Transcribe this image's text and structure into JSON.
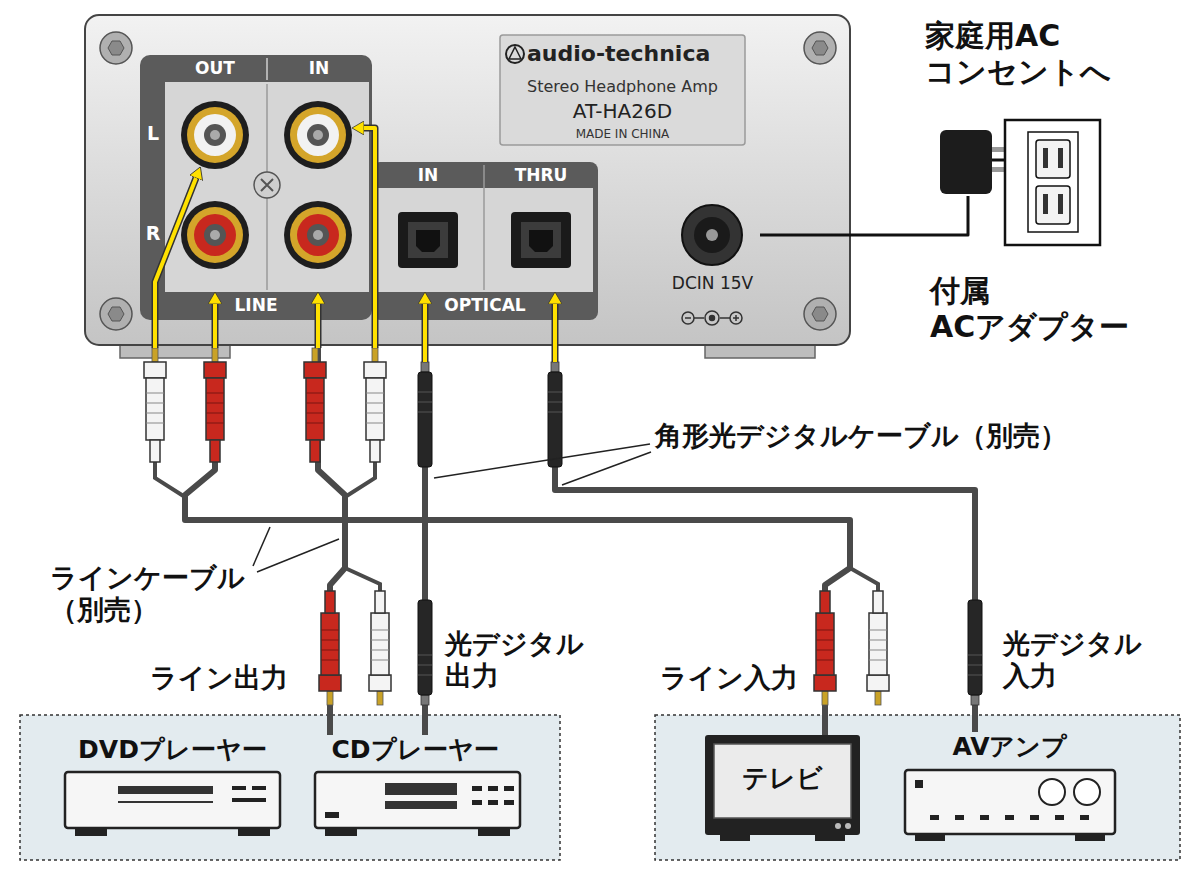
{
  "diagram": {
    "nodes": [
      {
        "text": [
          "audio-technica",
          "Stereo Headphone Amp",
          "AT-HA26D",
          "MADE IN CHINA"
        ]
      },
      {
        "text": [
          "LINE"
        ],
        "in": 0
      },
      {
        "text": [
          "OUT"
        ],
        "in": 1
      },
      {
        "text": [
          "IN"
        ],
        "in": 1
      },
      {
        "text": [
          "OPTICAL"
        ],
        "in": 0
      },
      {
        "text": [
          "IN"
        ],
        "in": 4
      },
      {
        "text": [
          "THRU"
        ],
        "in": 4
      },
      {
        "text": [
          "DCIN 15V"
        ],
        "in": 0
      },
      {
        "text": [
          "付属 ACアダプター"
        ]
      },
      {
        "text": [
          "家庭用AC コンセントへ"
        ]
      },
      {
        "text": [
          "DVDプレーヤー"
        ]
      },
      {
        "text": [
          "CDプレーヤー"
        ]
      },
      {
        "text": [
          "テレビ"
        ]
      },
      {
        "text": [
          "AVアンプ"
        ]
      }
    ],
    "edges": [
      {
        "from": 11,
        "to": 3,
        "arrow": "to",
        "label": "ライン出力"
      },
      {
        "from": 11,
        "to": 5,
        "arrow": "to",
        "label": "光デジタル 出力"
      },
      {
        "from": 12,
        "to": 2,
        "arrow": "to",
        "label": "ライン入力"
      },
      {
        "from": 13,
        "to": 6,
        "arrow": "to",
        "label": "光デジタル 入力"
      },
      {
        "from": 8,
        "to": 7,
        "arrow": "none"
      },
      {
        "from": 8,
        "to": 9,
        "arrow": "none"
      }
    ],
    "labels": [
      "L",
      "R",
      "角形光デジタルケーブル（別売）",
      "ラインケーブル （別売）"
    ]
  }
}
